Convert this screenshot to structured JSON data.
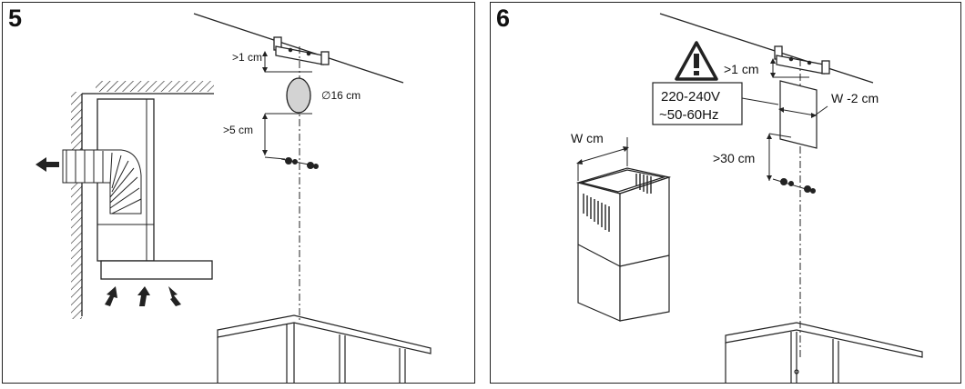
{
  "panels": [
    {
      "number": "5",
      "labels": {
        "clearance_top": ">1 cm",
        "duct_diameter": "∅16 cm",
        "clearance_mid": ">5 cm"
      }
    },
    {
      "number": "6",
      "labels": {
        "clearance_top": ">1 cm",
        "voltage": "220-240V",
        "frequency": "~50-60Hz",
        "width_minus": "W -2 cm",
        "chimney_width": "W cm",
        "clearance_mid": ">30 cm"
      }
    }
  ]
}
